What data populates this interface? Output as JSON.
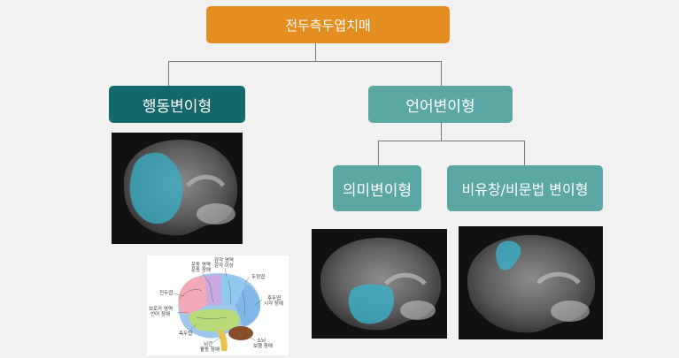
{
  "root": {
    "label": "전두측두엽치매"
  },
  "behavioral": {
    "label": "행동변이형"
  },
  "language": {
    "label": "언어변이형",
    "semantic": {
      "label": "의미변이형"
    },
    "nonfluent": {
      "label": "비유창/비문법 변이형"
    }
  },
  "colors": {
    "root": "#e48d21",
    "behavioral": "#14676a",
    "language": "#5aa7a3",
    "highlight": "#3ab0c8"
  },
  "brain_diagram": {
    "labels": [
      {
        "text": "운동 영역",
        "sub": "운동 장애"
      },
      {
        "text": "감각 영역",
        "sub": "감각 이상"
      },
      {
        "text": "두정엽"
      },
      {
        "text": "전두엽"
      },
      {
        "text": "후두엽",
        "sub": "시각 장애"
      },
      {
        "text": "브로카 영역",
        "sub": "언어 장애"
      },
      {
        "text": "측두엽"
      },
      {
        "text": "뇌간",
        "sub": "활동 장애"
      },
      {
        "text": "소뇌",
        "sub": "보행 장애"
      }
    ]
  }
}
